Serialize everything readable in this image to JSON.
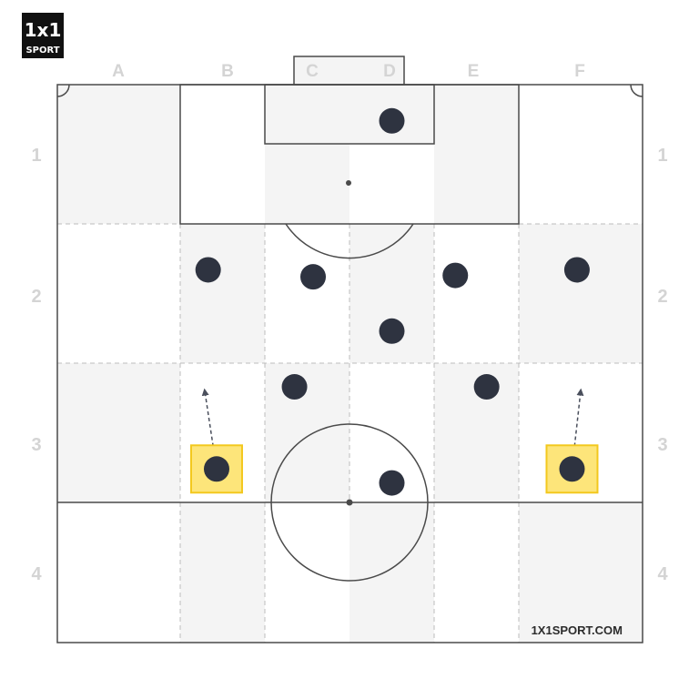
{
  "logo": {
    "mark": "1x1",
    "word": "SPORT"
  },
  "columns": [
    "A",
    "B",
    "C",
    "D",
    "E",
    "F"
  ],
  "rows": [
    "1",
    "2",
    "3",
    "4"
  ],
  "watermark": "1X1SPORT.COM",
  "colors": {
    "player": "#2e3340",
    "highlight_fill": "#fde57a",
    "highlight_border": "#f3c81e",
    "pitch_line": "#4a4a4a",
    "shade": "#f4f4f4",
    "label": "#d4d4d4"
  },
  "players": [
    {
      "id": "goalkeeper",
      "col": 3.5,
      "row": 0.26,
      "highlighted": false
    },
    {
      "id": "left-back",
      "col": 1.33,
      "row": 1.33,
      "highlighted": false
    },
    {
      "id": "left-center-back",
      "col": 2.57,
      "row": 1.38,
      "highlighted": false
    },
    {
      "id": "right-center-back",
      "col": 4.25,
      "row": 1.37,
      "highlighted": false
    },
    {
      "id": "right-back",
      "col": 5.47,
      "row": 1.33,
      "highlighted": false
    },
    {
      "id": "defensive-mid",
      "col": 3.5,
      "row": 1.77,
      "highlighted": false
    },
    {
      "id": "left-center-mid",
      "col": 2.35,
      "row": 2.17,
      "highlighted": false
    },
    {
      "id": "right-center-mid",
      "col": 4.62,
      "row": 2.17,
      "highlighted": false
    },
    {
      "id": "left-wing",
      "col": 1.43,
      "row": 2.76,
      "highlighted": true
    },
    {
      "id": "striker",
      "col": 3.5,
      "row": 2.86,
      "highlighted": false
    },
    {
      "id": "right-wing",
      "col": 5.43,
      "row": 2.76,
      "highlighted": true
    }
  ],
  "arrows": [
    {
      "from": {
        "col": 1.43,
        "row": 2.76
      },
      "to": {
        "col": 1.29,
        "row": 2.2
      }
    },
    {
      "from": {
        "col": 5.43,
        "row": 2.76
      },
      "to": {
        "col": 5.5,
        "row": 2.2
      }
    }
  ]
}
